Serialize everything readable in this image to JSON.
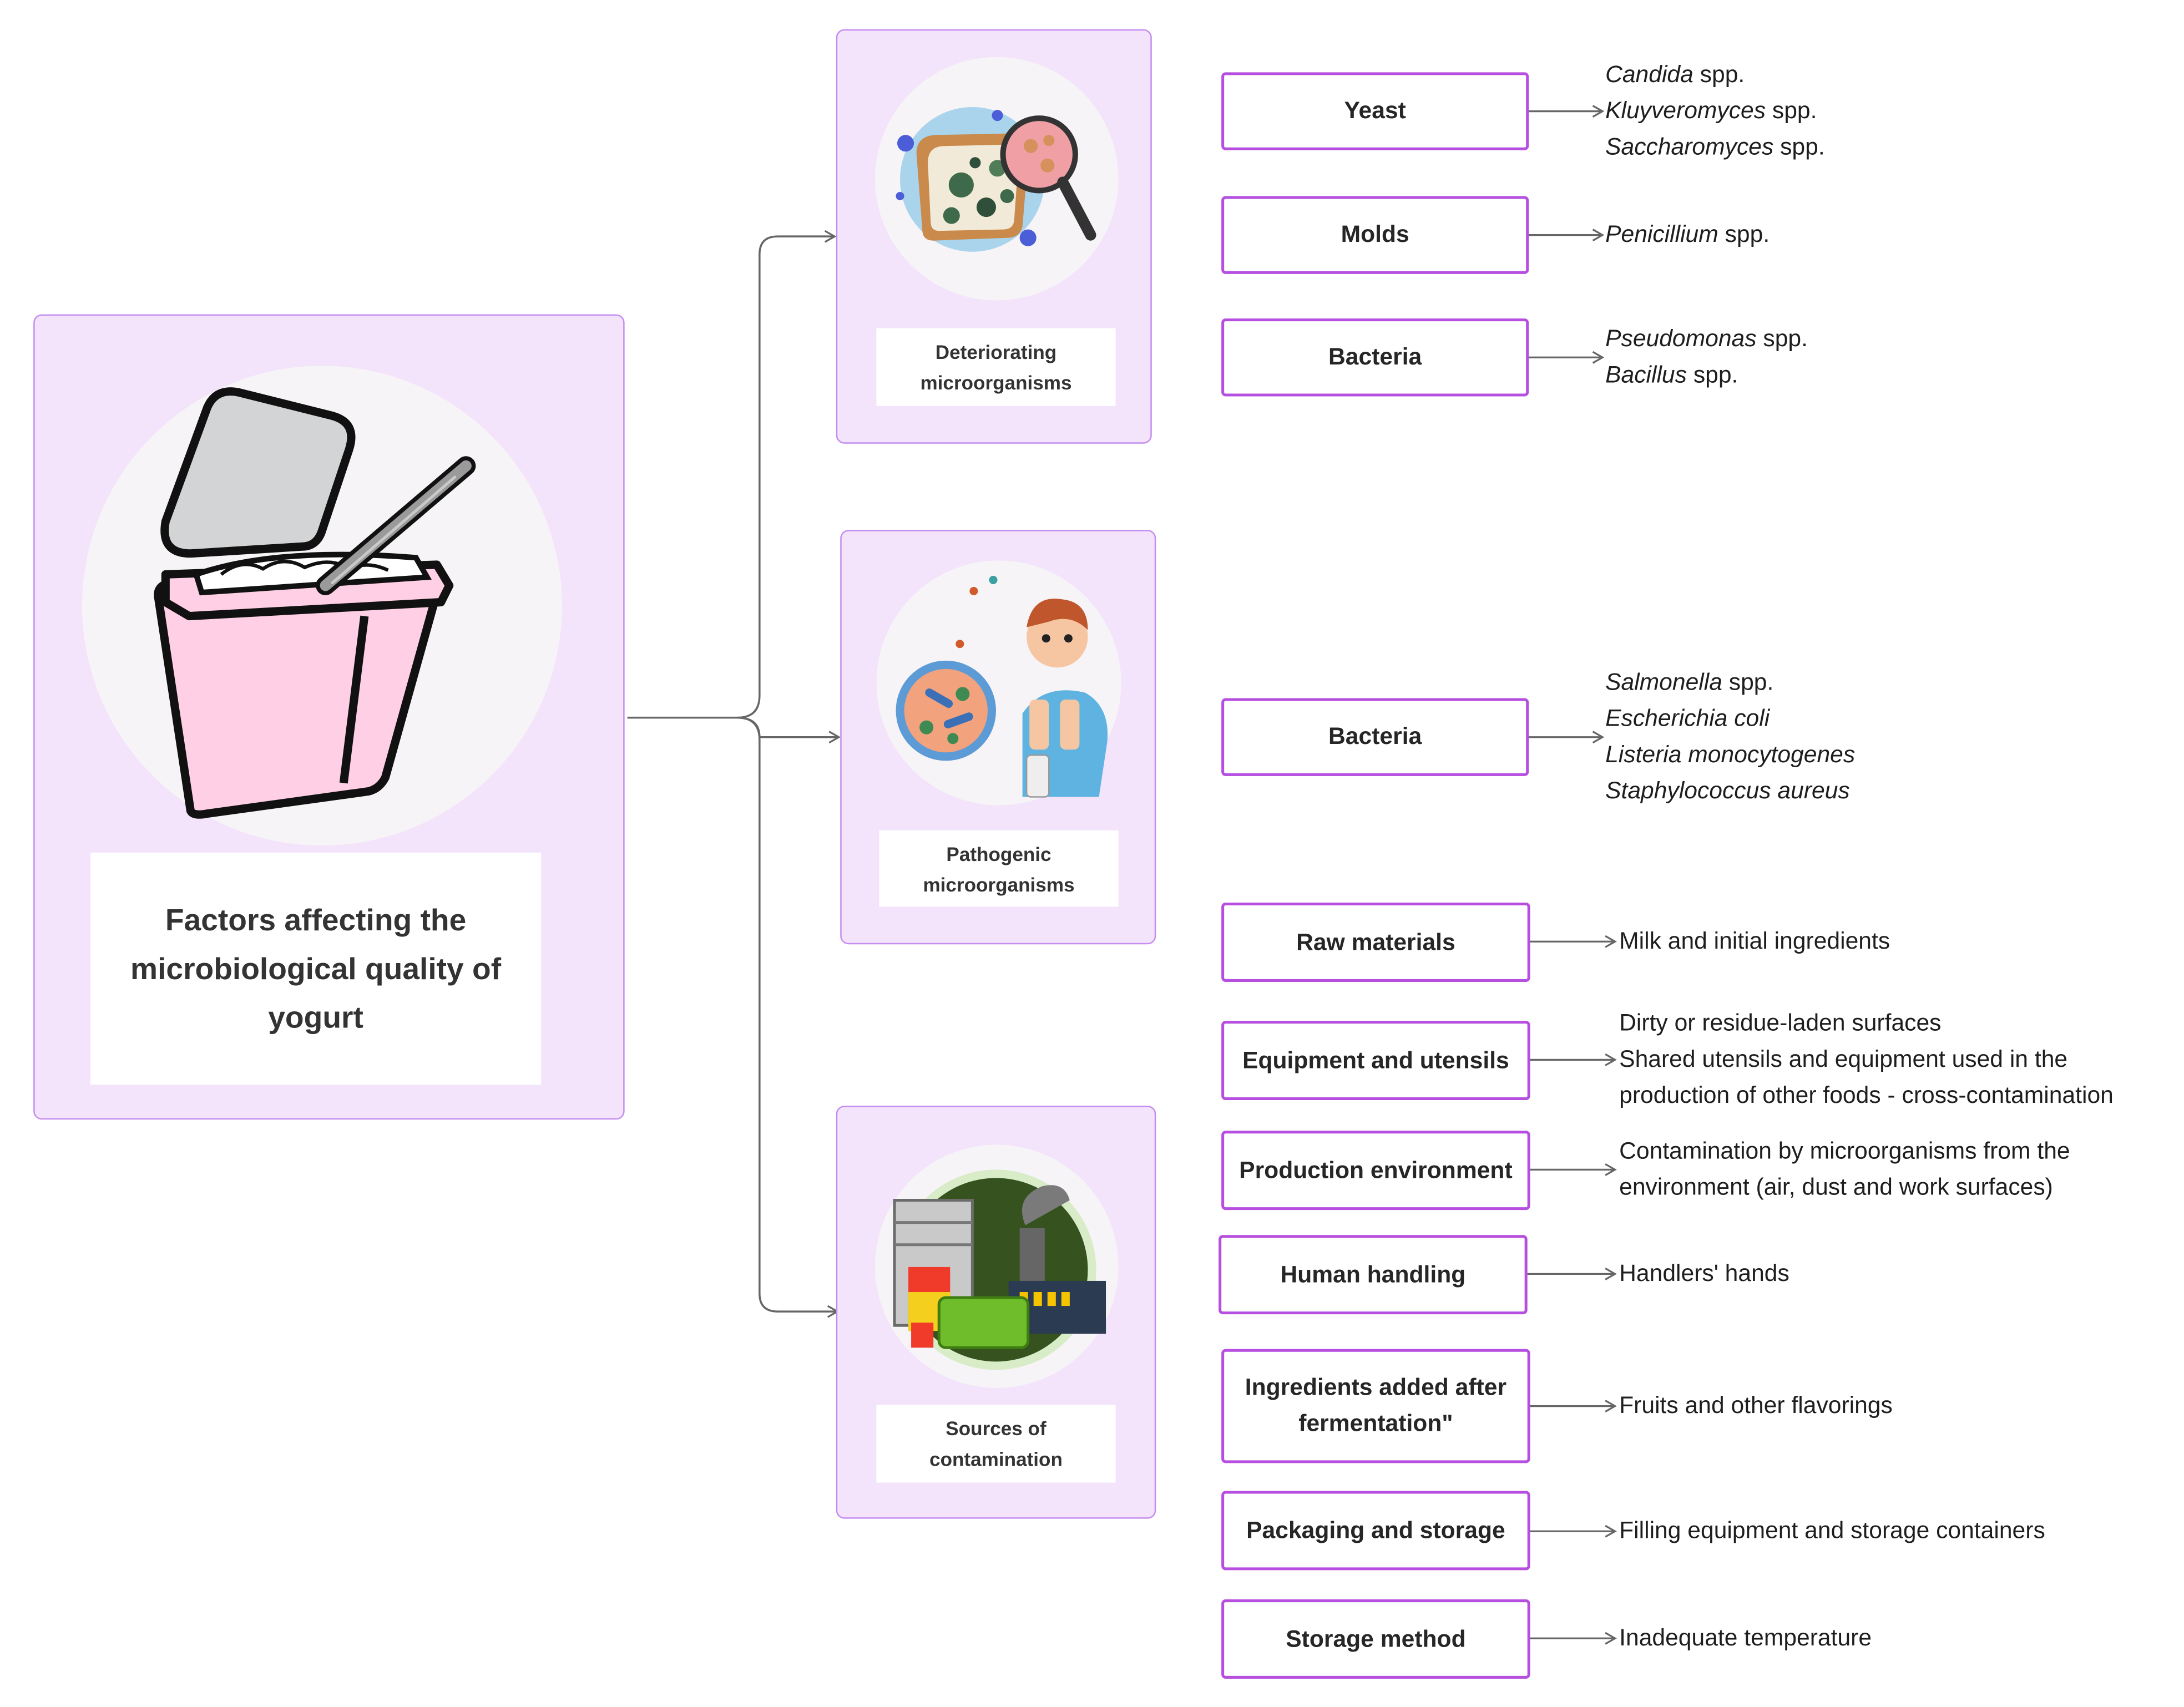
{
  "main": {
    "title_lines": [
      "Factors affecting the",
      "microbiological quality of",
      "yogurt"
    ],
    "icon": "yogurt-cup-icon"
  },
  "categories": [
    {
      "icon": "mold-magnifier-icon",
      "label_lines": [
        "Deteriorating",
        "microorganisms"
      ],
      "groups": [
        {
          "label": "Yeast",
          "items": [
            {
              "italic": "Candida",
              "rest": " spp."
            },
            {
              "italic": "Kluyveromyces",
              "rest": " spp."
            },
            {
              "italic": "Saccharomyces",
              "rest": " spp."
            }
          ]
        },
        {
          "label": "Molds",
          "items": [
            {
              "italic": "Penicillium",
              "rest": " spp."
            }
          ]
        },
        {
          "label": "Bacteria",
          "items": [
            {
              "italic": "Pseudomonas",
              "rest": " spp."
            },
            {
              "italic": "Bacillus",
              "rest": " spp."
            }
          ]
        }
      ]
    },
    {
      "icon": "sick-person-bacteria-icon",
      "label_lines": [
        "Pathogenic",
        "microorganisms"
      ],
      "groups": [
        {
          "label": "Bacteria",
          "items": [
            {
              "italic": "Salmonella",
              "rest": " spp."
            },
            {
              "italic": "Escherichia coli",
              "rest": ""
            },
            {
              "italic": "Listeria monocytogenes",
              "rest": ""
            },
            {
              "italic": "Staphylococcus aureus",
              "rest": ""
            }
          ]
        }
      ]
    },
    {
      "icon": "factory-contamination-icon",
      "label_lines": [
        "Sources of",
        "contamination"
      ],
      "groups": [
        {
          "label": "Raw materials",
          "items": [
            {
              "italic": "",
              "rest": "Milk and initial ingredients"
            }
          ]
        },
        {
          "label": "Equipment and utensils",
          "items": [
            {
              "italic": "",
              "rest": "Dirty or residue-laden surfaces"
            },
            {
              "italic": "",
              "rest": "Shared utensils and equipment used in the"
            },
            {
              "italic": "",
              "rest": "production of other foods - cross-contamination"
            }
          ]
        },
        {
          "label": "Production environment",
          "items": [
            {
              "italic": "",
              "rest": "Contamination by microorganisms from the"
            },
            {
              "italic": "",
              "rest": "environment (air, dust and work surfaces)"
            }
          ]
        },
        {
          "label": "Human handling",
          "items": [
            {
              "italic": "",
              "rest": "Handlers' hands"
            }
          ]
        },
        {
          "label": "Ingredients added after fermentation\"",
          "label_lines": [
            "Ingredients added after",
            "fermentation\""
          ],
          "items": [
            {
              "italic": "",
              "rest": "Fruits and other flavorings"
            }
          ]
        },
        {
          "label": "Packaging and storage",
          "items": [
            {
              "italic": "",
              "rest": "Filling equipment and storage containers"
            }
          ]
        },
        {
          "label": "Storage method",
          "items": [
            {
              "italic": "",
              "rest": "Inadequate temperature"
            }
          ]
        }
      ]
    }
  ],
  "colors": {
    "panel_fill": "#f3e3fb",
    "panel_border": "#c48ef0",
    "box_border": "#b64fe0",
    "connector": "#666666"
  }
}
